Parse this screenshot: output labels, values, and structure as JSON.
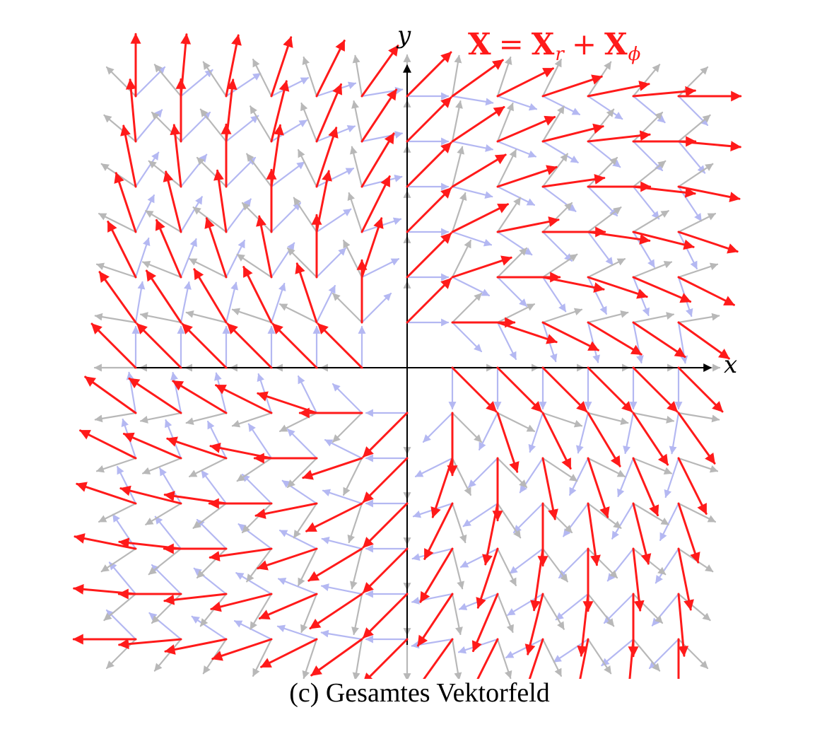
{
  "axes": {
    "x_label": "x",
    "y_label": "y"
  },
  "formula": {
    "lhs": "X",
    "equals": "=",
    "term1_base": "X",
    "term1_sub": "r",
    "plus": "+",
    "term2_base": "X",
    "term2_sub": "ϕ"
  },
  "caption": "(c) Gesamtes Vektorfeld",
  "colors": {
    "total_field": "#ff1a1a",
    "radial_field": "#b8b8b8",
    "angular_field": "#b4b8f2",
    "axes": "#000000"
  },
  "field": {
    "components": [
      "X_r",
      "X_phi",
      "X = X_r + X_phi"
    ]
  }
}
